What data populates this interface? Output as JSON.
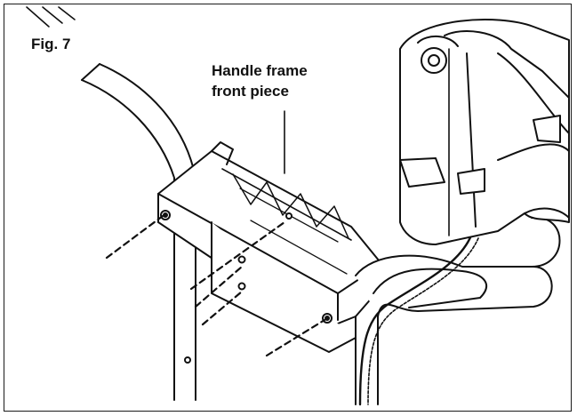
{
  "figure": {
    "label": "Fig. 7",
    "callout_line1": "Handle frame",
    "callout_line2": "front piece"
  },
  "colors": {
    "ink": "#111111",
    "fill": "#ffffff",
    "shade": "#e9e9e9"
  }
}
